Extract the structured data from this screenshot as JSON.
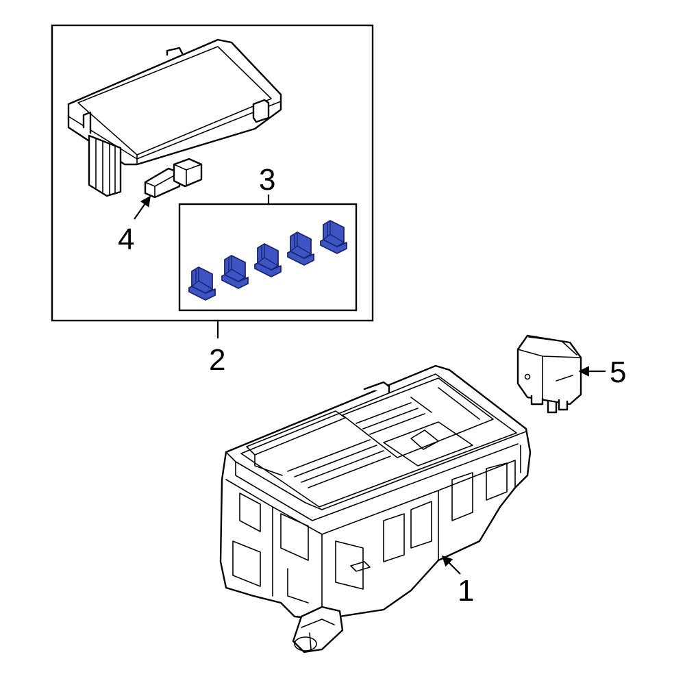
{
  "colors": {
    "line": "#000000",
    "background": "#ffffff",
    "highlight_fill": "#3d55c4",
    "highlight_stroke": "#1a236e"
  },
  "callouts": {
    "c1": "1",
    "c2": "2",
    "c3": "3",
    "c4": "4",
    "c5": "5"
  },
  "parts": {
    "highlighted_fuse_count": 5
  }
}
